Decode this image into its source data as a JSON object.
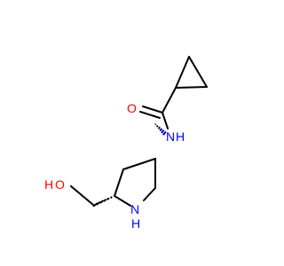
{
  "molecule": {
    "atoms": {
      "oxygen_carbonyl": "O",
      "nitrogen_amide": "N",
      "hydrogen_amide": "H",
      "oxygen_hydroxyl": "O",
      "hydrogen_hydroxyl": "H",
      "nitrogen_ring": "N",
      "hydrogen_ring": "H"
    }
  },
  "colors": {
    "oxygen": "#ff0000",
    "nitrogen": "#0000ff",
    "bond": "#000000",
    "background": "#ffffff"
  }
}
